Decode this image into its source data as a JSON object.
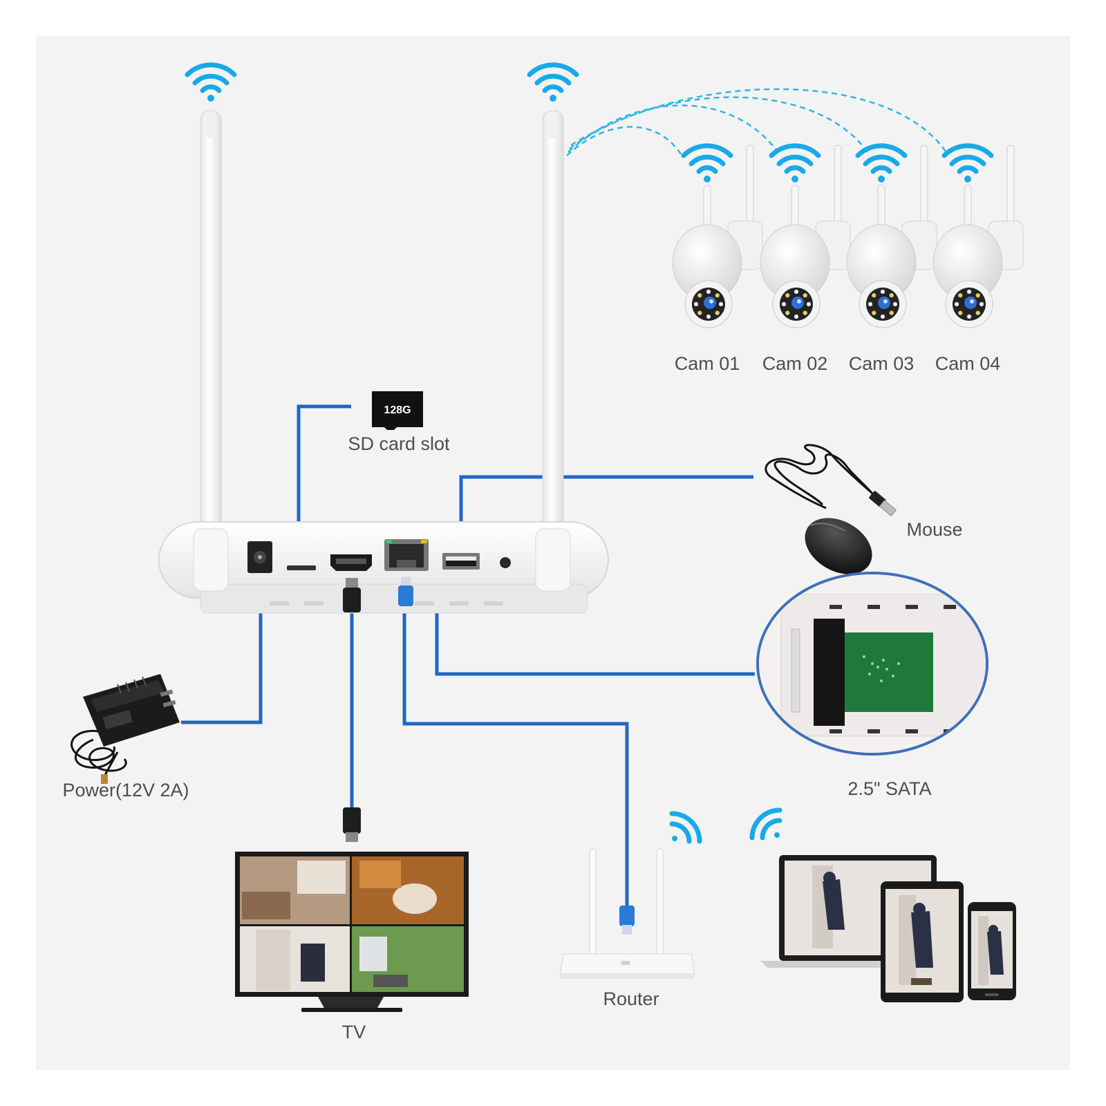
{
  "colors": {
    "panel_bg": "#f3f3f3",
    "wire": "#1f67c2",
    "wifi": "#1aa9e6",
    "signal_dash": "#2fb6e4",
    "device_white": "#ffffff",
    "label_text": "#4d4d4d"
  },
  "nvr": {
    "ports": [
      "power-jack-icon",
      "sd-slot-icon",
      "hdmi-port-icon",
      "ethernet-port-icon",
      "usb-port-icon",
      "reset-button-icon"
    ]
  },
  "cameras": [
    {
      "label": "Cam 01",
      "icon": "ptz-camera-icon"
    },
    {
      "label": "Cam 02",
      "icon": "ptz-camera-icon"
    },
    {
      "label": "Cam 03",
      "icon": "ptz-camera-icon"
    },
    {
      "label": "Cam 04",
      "icon": "ptz-camera-icon"
    }
  ],
  "sd_card": {
    "capacity": "128G",
    "label": "SD card slot"
  },
  "mouse": {
    "label": "Mouse"
  },
  "sata": {
    "label": "2.5\" SATA"
  },
  "power": {
    "label": "Power(12V 2A)"
  },
  "tv": {
    "label": "TV"
  },
  "router": {
    "label": "Router"
  },
  "clients": {
    "icons": [
      "laptop-icon",
      "tablet-icon",
      "phone-icon"
    ]
  }
}
